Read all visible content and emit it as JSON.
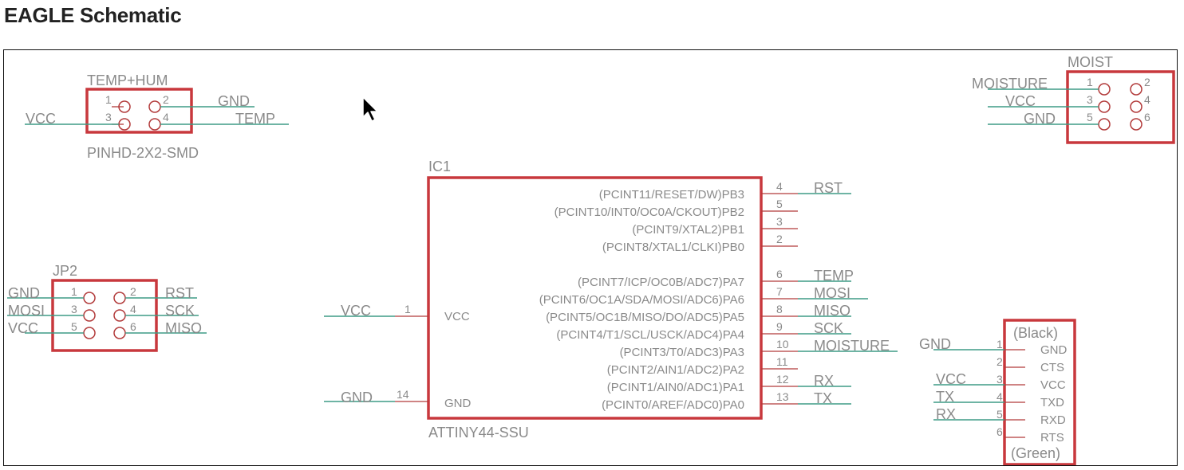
{
  "page": {
    "title": "EAGLE Schematic"
  },
  "components": {
    "temp_hum": {
      "name": "TEMP+HUM",
      "package": "PINHD-2X2-SMD",
      "pins": [
        "1",
        "2",
        "3",
        "4"
      ],
      "nets": {
        "vcc": "VCC",
        "gnd": "GND",
        "temp": "TEMP"
      }
    },
    "moist": {
      "name": "MOIST",
      "pins": [
        "1",
        "2",
        "3",
        "4",
        "5",
        "6"
      ],
      "nets": {
        "moisture": "MOISTURE",
        "vcc": "VCC",
        "gnd": "GND"
      }
    },
    "ic1": {
      "name": "IC1",
      "part": "ATTINY44-SSU",
      "left_pins": [
        {
          "num": "1",
          "name": "VCC",
          "net": "VCC"
        },
        {
          "num": "14",
          "name": "GND",
          "net": "GND"
        }
      ],
      "right_pins": [
        {
          "label": "(PCINT11/RESET/DW)PB3",
          "num": "4",
          "net": "RST"
        },
        {
          "label": "(PCINT10/INT0/OC0A/CKOUT)PB2",
          "num": "5",
          "net": ""
        },
        {
          "label": "(PCINT9/XTAL2)PB1",
          "num": "3",
          "net": ""
        },
        {
          "label": "(PCINT8/XTAL1/CLKI)PB0",
          "num": "2",
          "net": ""
        },
        {
          "label": "(PCINT7/ICP/OC0B/ADC7)PA7",
          "num": "6",
          "net": "TEMP"
        },
        {
          "label": "(PCINT6/OC1A/SDA/MOSI/ADC6)PA6",
          "num": "7",
          "net": "MOSI"
        },
        {
          "label": "(PCINT5/OC1B/MISO/DO/ADC5)PA5",
          "num": "8",
          "net": "MISO"
        },
        {
          "label": "(PCINT4/T1/SCL/USCK/ADC4)PA4",
          "num": "9",
          "net": "SCK"
        },
        {
          "label": "(PCINT3/T0/ADC3)PA3",
          "num": "10",
          "net": "MOISTURE"
        },
        {
          "label": "(PCINT2/AIN1/ADC2)PA2",
          "num": "11",
          "net": ""
        },
        {
          "label": "(PCINT1/AIN0/ADC1)PA1",
          "num": "12",
          "net": "RX"
        },
        {
          "label": "(PCINT0/AREF/ADC0)PA0",
          "num": "13",
          "net": "TX"
        }
      ]
    },
    "jp2": {
      "name": "JP2",
      "pins": [
        "1",
        "2",
        "3",
        "4",
        "5",
        "6"
      ],
      "nets": {
        "gnd": "GND",
        "mosi": "MOSI",
        "vcc": "VCC",
        "rst": "RST",
        "sck": "SCK",
        "miso": "MISO"
      }
    },
    "ftdi": {
      "top_label": "(Black)",
      "bottom_label": "(Green)",
      "pins": [
        {
          "num": "1",
          "name": "GND",
          "net": "GND"
        },
        {
          "num": "2",
          "name": "CTS",
          "net": ""
        },
        {
          "num": "3",
          "name": "VCC",
          "net": "VCC"
        },
        {
          "num": "4",
          "name": "TXD",
          "net": "TX"
        },
        {
          "num": "5",
          "name": "RXD",
          "net": "RX"
        },
        {
          "num": "6",
          "name": "RTS",
          "net": ""
        }
      ]
    }
  }
}
